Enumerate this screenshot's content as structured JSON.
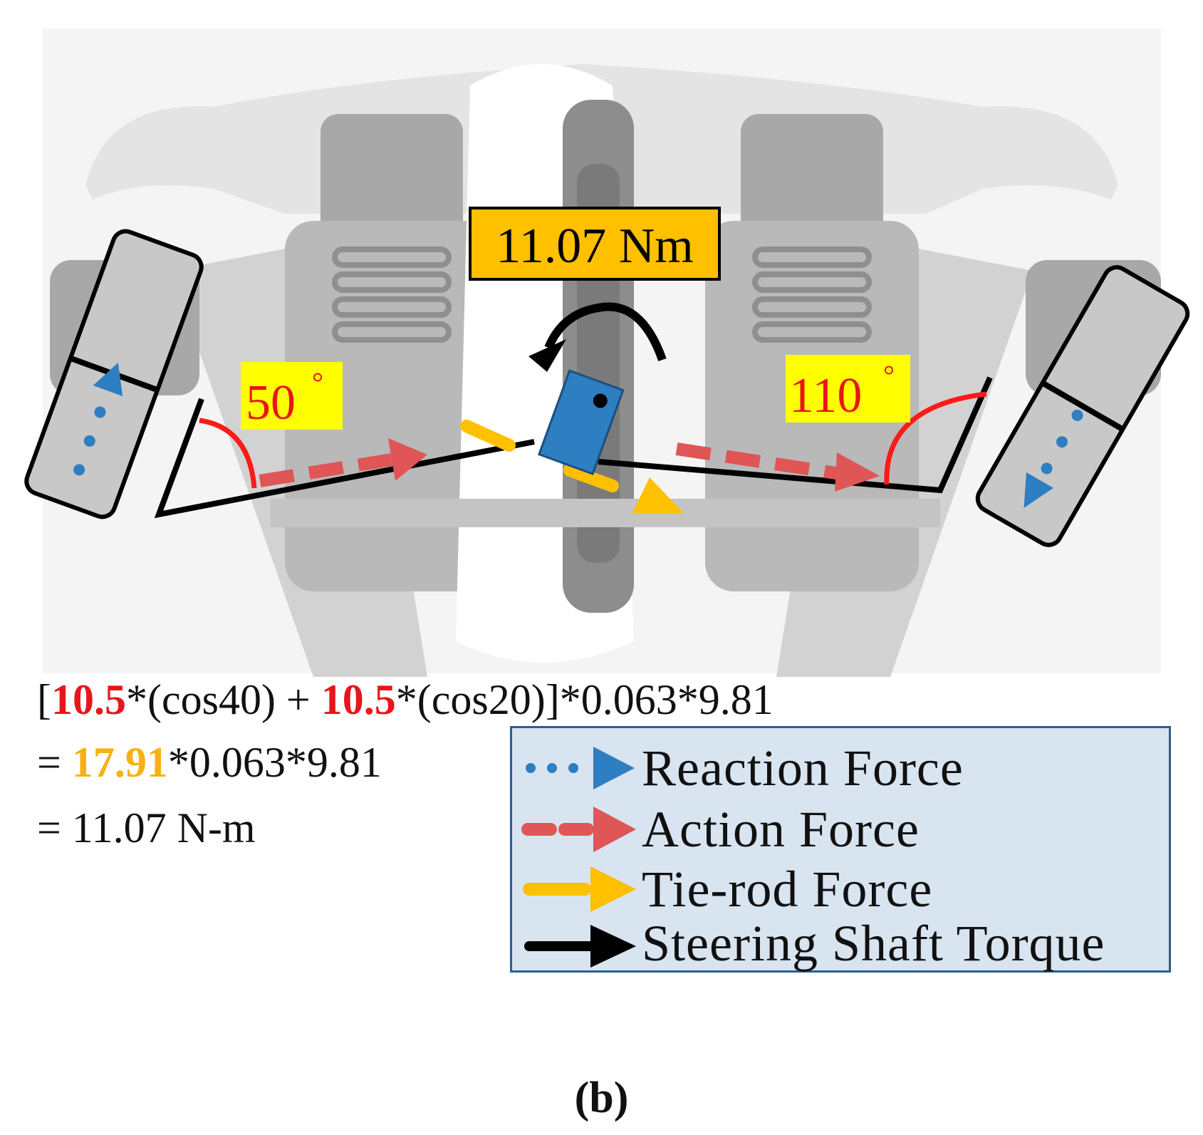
{
  "torque_box": {
    "label": "11.07 Nm",
    "color": "#ffc000"
  },
  "angles": {
    "left": {
      "value": "50",
      "unit": "°"
    },
    "right": {
      "value": "110",
      "unit": "°"
    },
    "label_bg": "#ffff00",
    "label_color": "#e8151b"
  },
  "equation": {
    "line1": [
      "[",
      "10.5",
      "*(cos40) + ",
      "10.5",
      "*(cos20)]*0.063*9.81"
    ],
    "line2": [
      "=  ",
      "17.91",
      "*0.063*9.81"
    ],
    "line3": "=  11.07 N-m"
  },
  "legend": {
    "items": [
      {
        "label": "Reaction Force",
        "icon": "dotted-arrow-icon",
        "color": "#2e7ec2"
      },
      {
        "label": "Action Force",
        "icon": "dashed-arrow-icon",
        "color": "#e05555"
      },
      {
        "label": "Tie-rod Force",
        "icon": "bar-arrow-icon",
        "color": "#ffc000"
      },
      {
        "label": "Steering Shaft Torque",
        "icon": "solid-arrow-icon",
        "color": "#000000"
      }
    ]
  },
  "caption": "(b)"
}
